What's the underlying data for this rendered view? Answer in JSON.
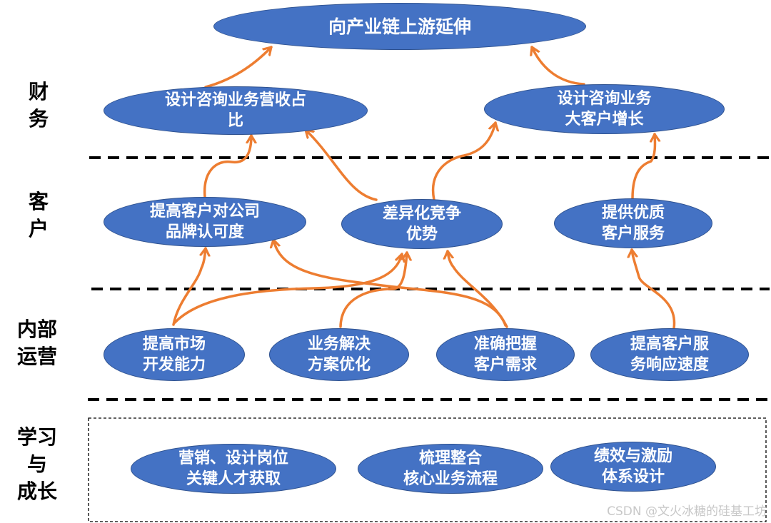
{
  "layers": {
    "finance": "财\n务",
    "customer": "客\n户",
    "internal": "内部\n运营",
    "learning": "学习\n与\n成长"
  },
  "nodes": {
    "upstream_extension": [
      "向产业链上游延伸"
    ],
    "design_revenue_share": [
      "设计咨询业务营收占",
      "比"
    ],
    "major_client_growth": [
      "设计咨询业务",
      "大客户增长"
    ],
    "brand_recognition": [
      "提高客户对公司",
      "品牌认可度"
    ],
    "differentiated_advantage": [
      "差异化竞争",
      "优势"
    ],
    "quality_service": [
      "提供优质",
      "客户服务"
    ],
    "market_development": [
      "提高市场",
      "开发能力"
    ],
    "solution_optimization": [
      "业务解决",
      "方案优化"
    ],
    "accurate_needs": [
      "准确把握",
      "客户需求"
    ],
    "service_response_speed": [
      "提高客户服",
      "务响应速度"
    ],
    "talent_acquisition": [
      "营销、设计岗位",
      "关键人才获取"
    ],
    "process_sorting": [
      "梳理整合",
      "核心业务流程"
    ],
    "incentive_system": [
      "绩效与激励",
      "体系设计"
    ]
  },
  "watermark": "CSDN @文火冰糖的硅基工坊",
  "colors": {
    "node_fill": "#4472c4",
    "node_border": "#2f528f",
    "arrow": "#ed7d31",
    "divider": "#000000"
  }
}
